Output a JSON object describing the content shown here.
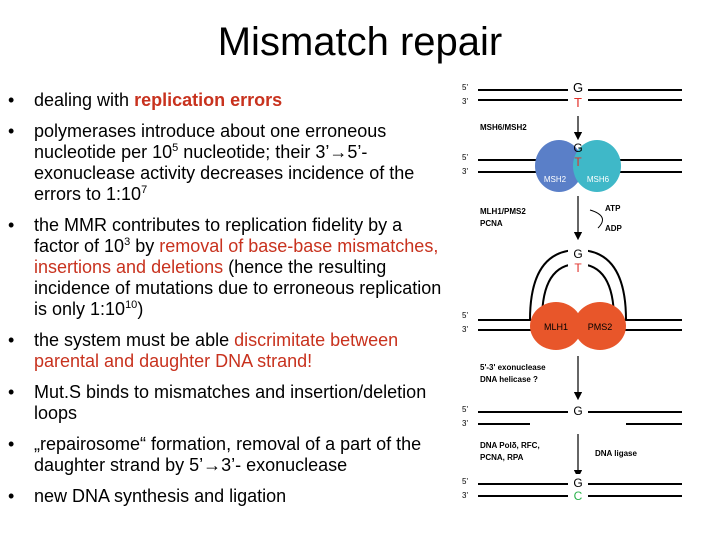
{
  "title": "Mismatch repair",
  "bullets": {
    "b1": {
      "pre": "dealing with ",
      "hl": "replication errors"
    },
    "b2": {
      "t1": "polymerases introduce about one erroneous nucleotide per 10",
      "s1": "5",
      "t2": " nucleotide; their 3’→5’-exonuclease activity decreases incidence of the errors to 1:10",
      "s2": "7"
    },
    "b3": {
      "t1": "the MMR contributes to replication fidelity by a factor of 10",
      "s1": "3",
      "t2": " by ",
      "hl": "removal of base-base mismatches, insertions and deletions",
      "t3": " (hence the resulting incidence of mutations due to erroneous replication is only 1:10",
      "s2": "10",
      "t4": ")"
    },
    "b4": {
      "pre": "the system must be able ",
      "hl": "discrimitate between parental and daughter DNA strand!"
    },
    "b5": "Mut.S binds to mismatches and insertion/deletion loops",
    "b6": "„repairosome“ formation, removal of a part of the daughter strand by 5’→3’- exonuclease",
    "b7": "new DNA synthesis and ligation",
    "bullet_char": "•"
  },
  "diagram": {
    "five_prime": "5'",
    "three_prime": "3'",
    "base_g": "G",
    "base_t": "T",
    "base_c": "C",
    "msh6_msh2_label": "MSH6/MSH2",
    "msh2": "MSH2",
    "msh6": "MSH6",
    "mlh1_pms2_label": "MLH1/PMS2",
    "pcna": "PCNA",
    "atp": "ATP",
    "adp": "ADP",
    "mlh1": "MLH1",
    "pms2": "PMS2",
    "exonuclease": "5'-3' exonuclease",
    "helicase": "DNA helicase ?",
    "pol_line1": "DNA Polδ, RFC,",
    "pol_line2": "PCNA, RPA",
    "ligase": "DNA ligase",
    "colors": {
      "red": "#e0302a",
      "green": "#2bb24c",
      "blue": "#5a7fc8",
      "teal": "#3fb8c8",
      "orange": "#e8562a"
    }
  }
}
